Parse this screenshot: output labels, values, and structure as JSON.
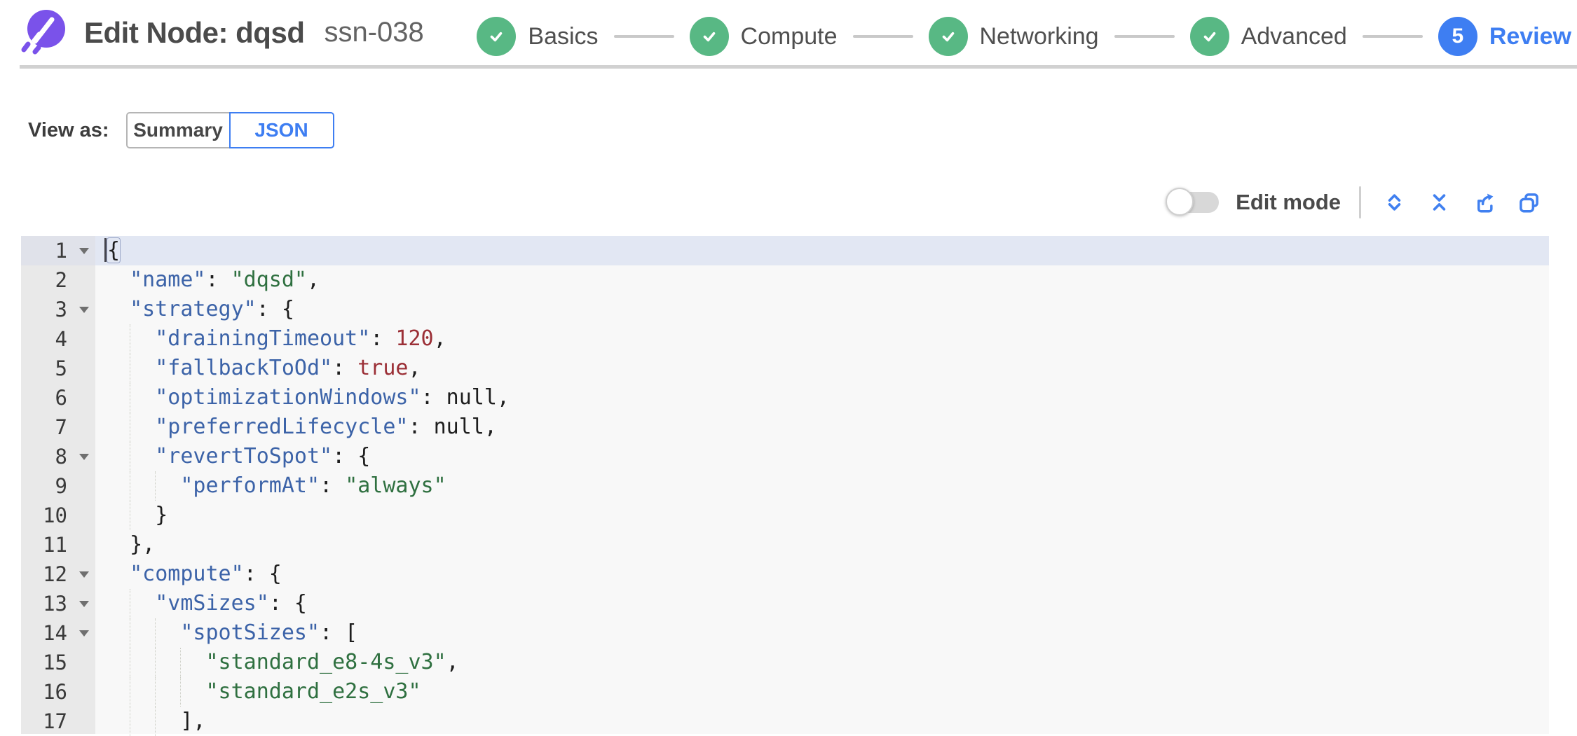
{
  "colors": {
    "accent_blue": "#3e7ef2",
    "icon_blue": "#4080f0",
    "step_complete_green": "#58b884",
    "logo_purple": "#7a52ea",
    "editor_key_blue": "#3c63a8",
    "editor_string_green": "#2f7040",
    "editor_number_red": "#9b2f36",
    "active_line_bg": "#e2e7f3"
  },
  "header": {
    "title": "Edit Node: dqsd",
    "node_id": "ssn-038"
  },
  "stepper": {
    "steps": [
      {
        "label": "Basics",
        "status": "complete"
      },
      {
        "label": "Compute",
        "status": "complete"
      },
      {
        "label": "Networking",
        "status": "complete"
      },
      {
        "label": "Advanced",
        "status": "complete"
      },
      {
        "label": "Review",
        "status": "current",
        "number": "5"
      }
    ]
  },
  "view_as": {
    "label": "View as:",
    "options": [
      {
        "label": "Summary",
        "selected": false
      },
      {
        "label": "JSON",
        "selected": true
      }
    ]
  },
  "toolbar": {
    "edit_mode_label": "Edit mode",
    "edit_mode_on": false,
    "icons": [
      "expand-all-icon",
      "collapse-all-icon",
      "export-icon",
      "copy-icon"
    ]
  },
  "editor": {
    "active_line": 1,
    "lines": [
      {
        "num": 1,
        "fold": true,
        "active": true,
        "caret": true,
        "tokens": [
          [
            "m",
            "{"
          ]
        ]
      },
      {
        "num": 2,
        "tokens": [
          [
            "w",
            "  "
          ],
          [
            "k",
            "\"name\""
          ],
          [
            "p",
            ": "
          ],
          [
            "s",
            "\"dqsd\""
          ],
          [
            "p",
            ","
          ]
        ]
      },
      {
        "num": 3,
        "fold": true,
        "tokens": [
          [
            "w",
            "  "
          ],
          [
            "k",
            "\"strategy\""
          ],
          [
            "p",
            ": {"
          ]
        ]
      },
      {
        "num": 4,
        "tokens": [
          [
            "w",
            "    "
          ],
          [
            "k",
            "\"drainingTimeout\""
          ],
          [
            "p",
            ": "
          ],
          [
            "n",
            "120"
          ],
          [
            "p",
            ","
          ]
        ]
      },
      {
        "num": 5,
        "tokens": [
          [
            "w",
            "    "
          ],
          [
            "k",
            "\"fallbackToOd\""
          ],
          [
            "p",
            ": "
          ],
          [
            "b",
            "true"
          ],
          [
            "p",
            ","
          ]
        ]
      },
      {
        "num": 6,
        "tokens": [
          [
            "w",
            "    "
          ],
          [
            "k",
            "\"optimizationWindows\""
          ],
          [
            "p",
            ": "
          ],
          [
            "z",
            "null"
          ],
          [
            "p",
            ","
          ]
        ]
      },
      {
        "num": 7,
        "tokens": [
          [
            "w",
            "    "
          ],
          [
            "k",
            "\"preferredLifecycle\""
          ],
          [
            "p",
            ": "
          ],
          [
            "z",
            "null"
          ],
          [
            "p",
            ","
          ]
        ]
      },
      {
        "num": 8,
        "fold": true,
        "tokens": [
          [
            "w",
            "    "
          ],
          [
            "k",
            "\"revertToSpot\""
          ],
          [
            "p",
            ": {"
          ]
        ]
      },
      {
        "num": 9,
        "tokens": [
          [
            "w",
            "      "
          ],
          [
            "k",
            "\"performAt\""
          ],
          [
            "p",
            ": "
          ],
          [
            "s",
            "\"always\""
          ]
        ]
      },
      {
        "num": 10,
        "tokens": [
          [
            "w",
            "    "
          ],
          [
            "p",
            "}"
          ]
        ]
      },
      {
        "num": 11,
        "tokens": [
          [
            "w",
            "  "
          ],
          [
            "p",
            "},"
          ]
        ]
      },
      {
        "num": 12,
        "fold": true,
        "tokens": [
          [
            "w",
            "  "
          ],
          [
            "k",
            "\"compute\""
          ],
          [
            "p",
            ": {"
          ]
        ]
      },
      {
        "num": 13,
        "fold": true,
        "tokens": [
          [
            "w",
            "    "
          ],
          [
            "k",
            "\"vmSizes\""
          ],
          [
            "p",
            ": {"
          ]
        ]
      },
      {
        "num": 14,
        "fold": true,
        "tokens": [
          [
            "w",
            "      "
          ],
          [
            "k",
            "\"spotSizes\""
          ],
          [
            "p",
            ": ["
          ]
        ]
      },
      {
        "num": 15,
        "tokens": [
          [
            "w",
            "        "
          ],
          [
            "s",
            "\"standard_e8-4s_v3\""
          ],
          [
            "p",
            ","
          ]
        ]
      },
      {
        "num": 16,
        "tokens": [
          [
            "w",
            "        "
          ],
          [
            "s",
            "\"standard_e2s_v3\""
          ]
        ]
      },
      {
        "num": 17,
        "tokens": [
          [
            "w",
            "      "
          ],
          [
            "p",
            "],"
          ]
        ]
      }
    ]
  }
}
